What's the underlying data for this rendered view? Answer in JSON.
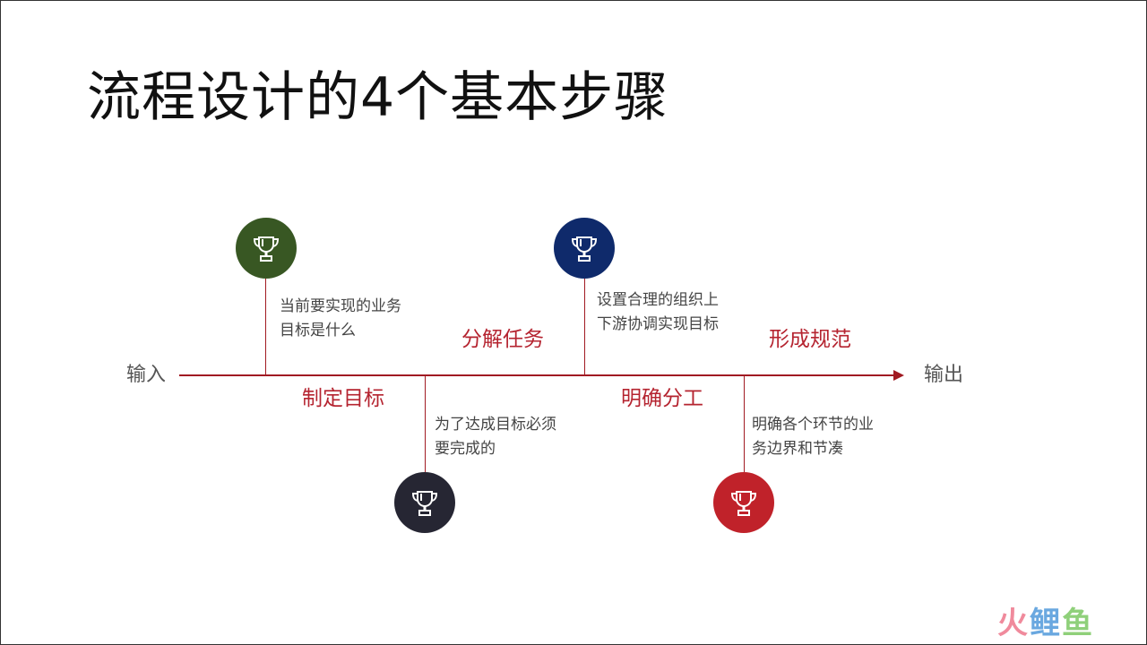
{
  "title": "流程设计的4个基本步骤",
  "input_label": "输入",
  "output_label": "输出",
  "steps": [
    {
      "label": "制定目标",
      "desc": [
        "当前要实现的业务",
        "目标是什么"
      ],
      "icon": "trophy-icon",
      "color": "#385723"
    },
    {
      "label": "分解任务",
      "desc": [
        "为了达成目标必须",
        "要完成的"
      ],
      "icon": "trophy-icon",
      "color": "#262633"
    },
    {
      "label": "明确分工",
      "desc": [
        "设置合理的组织上",
        "下游协调实现目标"
      ],
      "icon": "trophy-icon",
      "color": "#0f2a6b"
    },
    {
      "label": "形成规范",
      "desc": [
        "明确各个环节的业",
        "务边界和节凑"
      ],
      "icon": "trophy-icon",
      "color": "#c0222a"
    }
  ],
  "line_color": "#a11a22",
  "logo": {
    "part1": "火",
    "part2": "鲤",
    "part3": "鱼"
  }
}
